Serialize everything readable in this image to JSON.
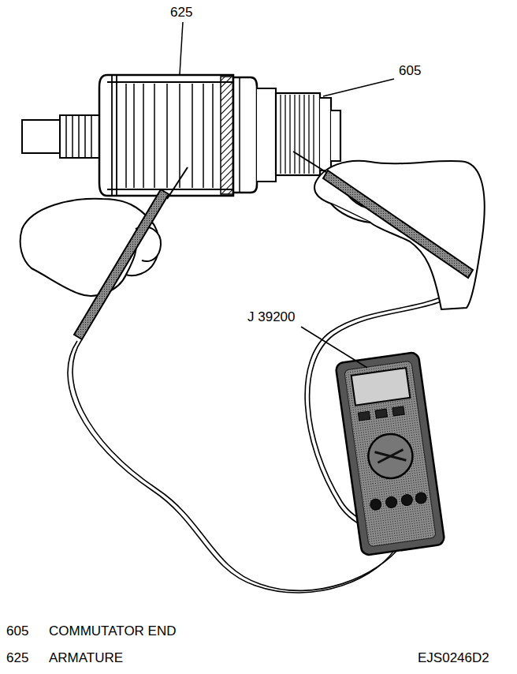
{
  "diagram": {
    "labels": [
      "625",
      "605",
      "J 39200",
      "605",
      "COMMUTATOR END",
      "625",
      "ARMATURE",
      "EJS0246D2"
    ]
  }
}
